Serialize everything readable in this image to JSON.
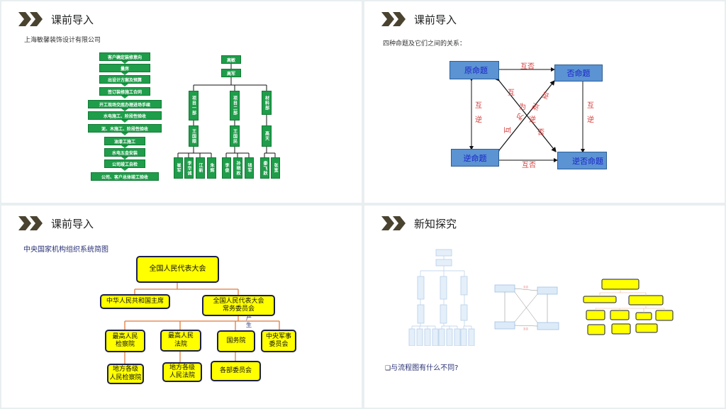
{
  "slides": [
    {
      "title": "课前导入",
      "subtitle": "上海敏馨装饰设计有限公司",
      "flow_steps": [
        "客户确定装修意向",
        "量房",
        "出设计方案及预算",
        "签订装修施工合同",
        "开工现场交底办理进场手续",
        "水电施工、阶段性验收",
        "泥、木施工、阶段性验收",
        "油漆工施工",
        "水电五金安装",
        "公司竣工自检",
        "公司、客户总体竣工验收"
      ],
      "org": {
        "top": "高敏",
        "second": "高军",
        "departments": [
          {
            "name": "项目一部",
            "lead": "王国顺",
            "members": [
              "崔军",
              "李华诚",
              "江新",
              "朱辉"
            ]
          },
          {
            "name": "项目二部",
            "lead": "王国民",
            "members": [
              "李俊",
              "孙晓枚",
              "钱军"
            ]
          },
          {
            "name": "材料部",
            "lead": "高天",
            "members": [
              "秦飞跃",
              "张宽"
            ]
          }
        ]
      }
    },
    {
      "title": "课前导入",
      "subtitle": "四种命题及它们之间的关系：",
      "nodes": {
        "original": "原命题",
        "negation": "否命题",
        "converse": "逆命题",
        "contrapositive": "逆否命题"
      },
      "relations": {
        "top": "互否",
        "bottom": "互否",
        "left": [
          "互",
          "逆"
        ],
        "right": [
          "互",
          "逆"
        ],
        "diag1": [
          "互",
          "为",
          "逆",
          "否"
        ],
        "diag2": [
          "互",
          "为",
          "逆",
          "否"
        ]
      }
    },
    {
      "title": "课前导入",
      "subtitle": "中央国家机构组织系统简图",
      "nodes": {
        "npc": "全国人民代表大会",
        "president": "中华人民共和国主席",
        "standing": [
          "全国人民代表大会",
          "常务委员会"
        ],
        "produce": [
          "产",
          "生"
        ],
        "procuratorate": [
          "最高人民",
          "检察院"
        ],
        "court": [
          "最高人民",
          "法院"
        ],
        "state_council": "国务院",
        "military": [
          "中央军事",
          "委员会"
        ],
        "local_proc": [
          "地方各级",
          "人民检察院"
        ],
        "local_court": [
          "地方各级",
          "人民法院"
        ],
        "ministries": "各部委员会"
      }
    },
    {
      "title": "新知探究",
      "question": "与流程图有什么不同?",
      "bullet": "❑"
    }
  ],
  "colors": {
    "green": "#1f9d4a",
    "blue_box": "#5b93d3",
    "yellow": "#ffff00",
    "chevron": "#4a4330",
    "red_text": "#d83a3a",
    "orange_line": "#e07b39"
  }
}
